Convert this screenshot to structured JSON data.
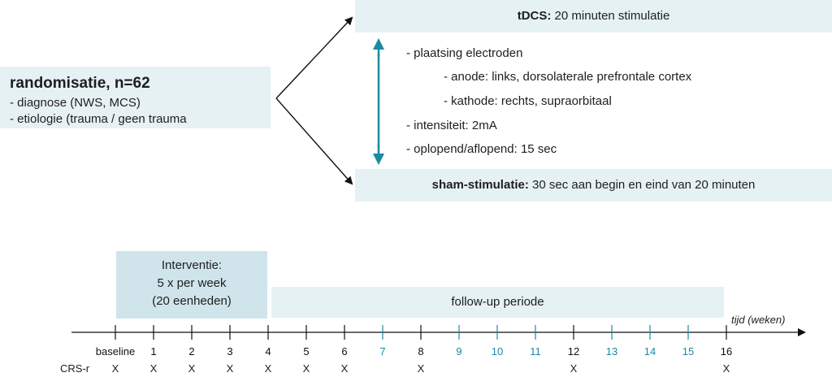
{
  "randomization": {
    "title": "randomisatie, n=62",
    "lines": [
      "- diagnose (NWS, MCS)",
      "- etiologie (trauma / geen trauma"
    ]
  },
  "tdcs": {
    "label": "tDCS:",
    "text": " 20 minuten stimulatie"
  },
  "sham": {
    "label": "sham-stimulatie:",
    "text": " 30 sec aan begin en eind van 20 minuten"
  },
  "details": [
    "- plaatsing electroden",
    "- anode: links, dorsolaterale prefrontale cortex",
    "- kathode: rechts, supraorbitaal",
    "- intensiteit: 2mA",
    "- oplopend/aflopend: 15 sec"
  ],
  "intervention": {
    "lines": [
      "Interventie:",
      "5 x per week",
      "(20 eenheden)"
    ]
  },
  "followup": {
    "label": "follow-up periode"
  },
  "timeline": {
    "axis_label": "tijd (weken)",
    "ticks": [
      "baseline",
      "1",
      "2",
      "3",
      "4",
      "5",
      "6",
      "7",
      "8",
      "9",
      "10",
      "11",
      "12",
      "13",
      "14",
      "15",
      "16"
    ],
    "highlighted_ticks": [
      "7",
      "9",
      "10",
      "11",
      "13",
      "14",
      "15"
    ],
    "measure_label": "CRS-r",
    "measure_ticks": [
      "baseline",
      "1",
      "2",
      "3",
      "4",
      "5",
      "6",
      "8",
      "12",
      "16"
    ],
    "measure_mark": "X"
  },
  "colors": {
    "box_light": "#e6f1f4",
    "box_mid": "#cfe5eb",
    "accent": "#1a8aa3",
    "text": "#1e1e1e"
  }
}
